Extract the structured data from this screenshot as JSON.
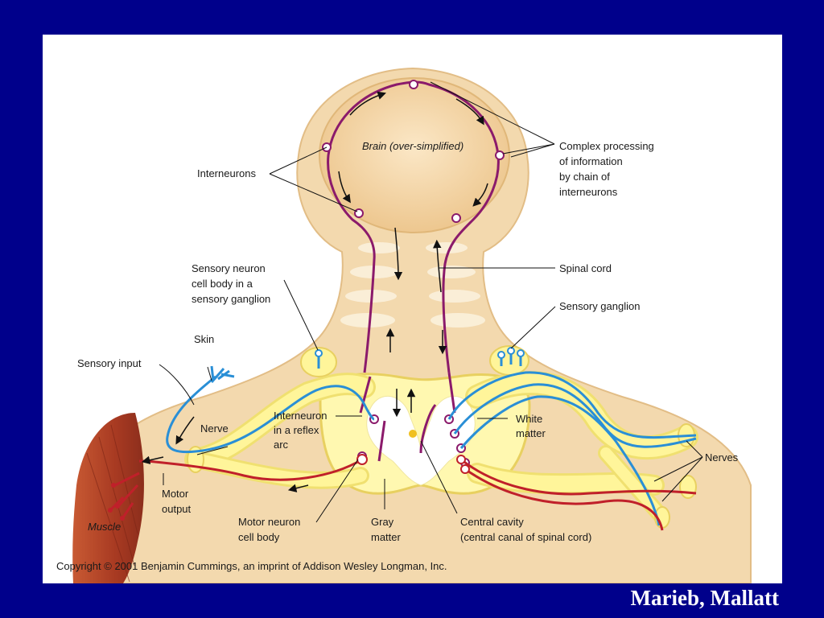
{
  "labels": {
    "brain": "Brain (over-simplified)",
    "complex_processing": [
      "Complex processing",
      "of information",
      "by chain of",
      "interneurons"
    ],
    "interneurons": "Interneurons",
    "spinal_cord": "Spinal cord",
    "sensory_neuron_cell_body": [
      "Sensory neuron",
      "cell body in a",
      "sensory ganglion"
    ],
    "sensory_ganglion": "Sensory ganglion",
    "skin": "Skin",
    "sensory_input": "Sensory input",
    "interneuron_reflex_arc": [
      "Interneuron",
      "in a reflex",
      "arc"
    ],
    "white_matter": [
      "White",
      "matter"
    ],
    "nerve": "Nerve",
    "nerves": "Nerves",
    "motor_output": [
      "Motor",
      "output"
    ],
    "muscle": "Muscle",
    "motor_neuron_cell_body": [
      "Motor neuron",
      "cell body"
    ],
    "gray_matter": [
      "Gray",
      "matter"
    ],
    "central_cavity": [
      "Central cavity",
      "(central canal of spinal cord)"
    ]
  },
  "copyright": "Copyright © 2001 Benjamin Cummings, an imprint of Addison Wesley Longman, Inc.",
  "credit": "Marieb, Mallatt",
  "colors": {
    "background": "#00008b",
    "skin_tone": "#f5dcb0",
    "interneuron": "#8b1a6b",
    "sensory_neuron": "#2a8fd6",
    "motor_neuron": "#c0202a",
    "nerve_sheath": "#fff59a",
    "muscle": "#b5472a"
  }
}
